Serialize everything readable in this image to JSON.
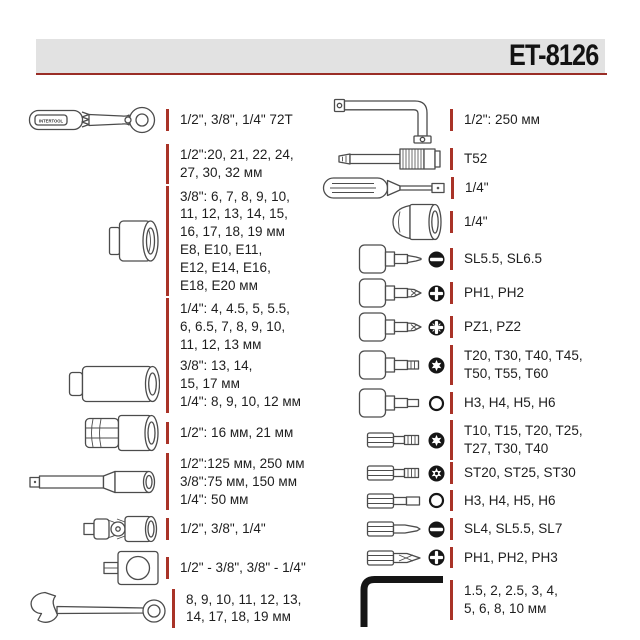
{
  "header": {
    "model": "ET-8126"
  },
  "brand": "INTERTOOL",
  "colors": {
    "accent_red": "#a93328",
    "header_line_red": "#9a2d26",
    "header_bg": "#e2e2e2",
    "text": "#1e1e1e"
  },
  "left_column": {
    "rows": [
      {
        "tool": "ratchet-handle",
        "label": "1/2\", 3/8\", 1/4\" 72T"
      },
      {
        "tool": "none",
        "label": "1/2\":20, 21, 22, 24,\n27, 30, 32 мм"
      },
      {
        "tool": "socket",
        "label": "3/8\": 6, 7, 8, 9, 10,\n11, 12, 13, 14, 15,\n16, 17, 18, 19 мм\nE8, E10, E11,\nE12, E14, E16,\nE18, E20 мм"
      },
      {
        "tool": "none",
        "label": "1/4\": 4, 4.5, 5, 5.5,\n6, 6.5, 7, 8, 9, 10,\n11, 12, 13 мм"
      },
      {
        "tool": "deep-socket",
        "label": "3/8\": 13, 14,\n15, 17 мм\n1/4\": 8, 9, 10, 12 мм"
      },
      {
        "tool": "spark-plug-socket",
        "label": "1/2\": 16 мм, 21 мм"
      },
      {
        "tool": "extension-bar",
        "label": "1/2\":125 мм, 250 мм\n3/8\":75 мм, 150 мм\n1/4\": 50 мм"
      },
      {
        "tool": "universal-joint",
        "label": "1/2\", 3/8\", 1/4\""
      },
      {
        "tool": "socket-adapter",
        "label": "1/2\" - 3/8\", 3/8\" - 1/4\""
      },
      {
        "tool": "combination-wrench",
        "label": "8, 9, 10, 11, 12, 13,\n14, 17, 18, 19 мм"
      }
    ]
  },
  "right_column": {
    "rows": [
      {
        "tool": "l-handle",
        "label": "1/2\": 250 мм"
      },
      {
        "tool": "torx-bit-long",
        "label": "T52"
      },
      {
        "tool": "spinner-handle",
        "label": "1/4\""
      },
      {
        "tool": "bit-holder-socket",
        "label": "1/4\""
      },
      {
        "tool": "bit-socket-slotted",
        "drive_icon": "slotted",
        "label": "SL5.5, SL6.5"
      },
      {
        "tool": "bit-socket-phillips",
        "drive_icon": "phillips",
        "label": "PH1, PH2"
      },
      {
        "tool": "bit-socket-pozidriv",
        "drive_icon": "pozidriv",
        "label": "PZ1, PZ2"
      },
      {
        "tool": "bit-socket-torx",
        "drive_icon": "torx",
        "label": "T20, T30, T40, T45,\nT50, T55, T60"
      },
      {
        "tool": "bit-socket-hex",
        "drive_icon": "hex",
        "label": "H3, H4, H5, H6"
      },
      {
        "tool": "torx-bit",
        "drive_icon": "torx",
        "label": "T10, T15, T20, T25,\nT27, T30, T40"
      },
      {
        "tool": "tamper-torx-bit",
        "drive_icon": "torx-tamper",
        "label": "ST20, ST25, ST30"
      },
      {
        "tool": "hex-bit",
        "drive_icon": "hex",
        "label": "H3, H4, H5, H6"
      },
      {
        "tool": "slotted-bit",
        "drive_icon": "slotted",
        "label": "SL4, SL5.5, SL7"
      },
      {
        "tool": "phillips-bit",
        "drive_icon": "phillips",
        "label": "PH1, PH2, PH3"
      },
      {
        "tool": "hex-key",
        "label": "1.5, 2, 2.5, 3, 4,\n5, 6, 8, 10 мм"
      }
    ]
  }
}
